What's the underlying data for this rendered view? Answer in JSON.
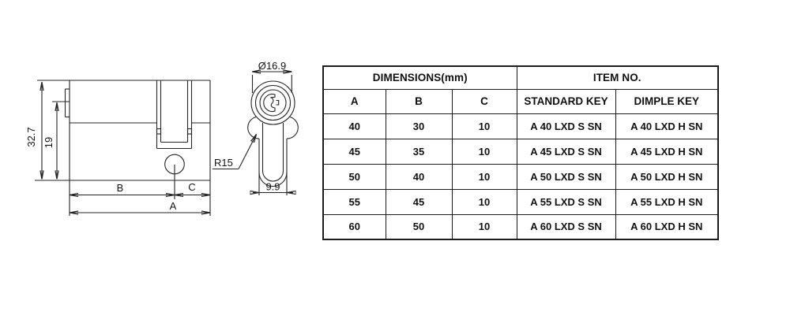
{
  "drawing": {
    "side_view": {
      "height_label": "32.7",
      "step_label": "19",
      "b_label": "B",
      "c_label": "C",
      "a_label": "A",
      "radius_label": "R15"
    },
    "front_view": {
      "diameter_label": "Ø16.9",
      "width_label": "9.9"
    }
  },
  "table": {
    "header_groups": [
      {
        "label": "DIMENSIONS(mm)",
        "colspan": "3"
      },
      {
        "label": "ITEM NO.",
        "colspan": "2"
      }
    ],
    "columns": [
      "A",
      "B",
      "C",
      "STANDARD KEY",
      "DIMPLE KEY"
    ],
    "rows": [
      [
        "40",
        "30",
        "10",
        "A 40 LXD S SN",
        "A 40 LXD H SN"
      ],
      [
        "45",
        "35",
        "10",
        "A 45 LXD S SN",
        "A 45 LXD H SN"
      ],
      [
        "50",
        "40",
        "10",
        "A 50 LXD S SN",
        "A 50 LXD H SN"
      ],
      [
        "55",
        "45",
        "10",
        "A 55 LXD S SN",
        "A 55 LXD H SN"
      ],
      [
        "60",
        "50",
        "10",
        "A 60 LXD S SN",
        "A 60 LXD H SN"
      ]
    ]
  },
  "colors": {
    "line": "#242424",
    "background": "#ffffff"
  }
}
